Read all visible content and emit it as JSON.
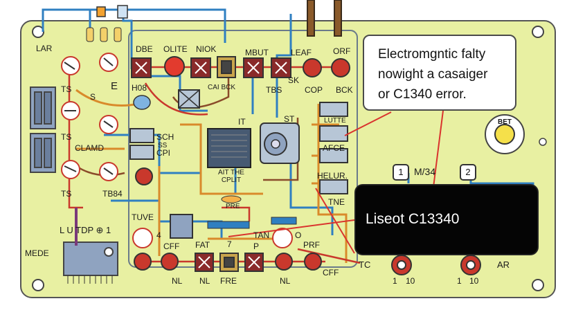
{
  "callouts": {
    "info_lines": [
      "Electromgntic falty",
      "nowight a casaiger",
      "or C1340 error."
    ],
    "error_label": "Liseot C13340"
  },
  "badges": [
    {
      "number": "1",
      "label": "M/34"
    },
    {
      "number": "2",
      "label": ""
    }
  ],
  "dial": {
    "label": "BET"
  },
  "labels": {
    "lar": "LAR",
    "ts1": "TS",
    "ts2": "TS",
    "ts3": "TS",
    "e": "E",
    "s": "S",
    "clamd": "CLAMD",
    "tb84": "TB84",
    "h08": "H08",
    "dbe": "DBE",
    "olite": "OLITE",
    "niok": "NIOK",
    "mbut": "MBUT",
    "leaf": "LEAF",
    "orf": "ORF",
    "csi_bck": "CAI BCK",
    "tbs": "TBS",
    "sk": "SK",
    "cop": "COP",
    "bck": "BCK",
    "sch": "SCH",
    "ss": "SS",
    "cpi": "CPI",
    "it": "IT",
    "st": "ST",
    "lutte": "LUTTE",
    "afce": "AFCE",
    "helur": "HELUR.",
    "tne": "TNE",
    "chip_label": "AIT THE CPLIT",
    "pre": "PRE",
    "tuve": "TUVE",
    "four": "4",
    "l_tdp": "L U  TDP  ⊕ 1",
    "mede": "MEDE",
    "cff1": "CFF",
    "fat": "FAT",
    "seven": "7",
    "tan": "TAN",
    "p": "P",
    "prf": "PRF",
    "o": "O",
    "nl1": "NL",
    "nl2": "NL",
    "fre": "FRE",
    "nl3": "NL",
    "cff2": "CFF",
    "tc": "TC",
    "ar": "AR",
    "one": "1",
    "ten1": "10",
    "one2": "1",
    "ten2": "10"
  },
  "colors": {
    "board": "#e8f0a2",
    "trace_blue": "#2f7fc1",
    "trace_orange": "#d98a2b",
    "trace_red": "#c9382c",
    "trace_brown": "#8a4b2a",
    "pointer_red": "#d9332e"
  }
}
